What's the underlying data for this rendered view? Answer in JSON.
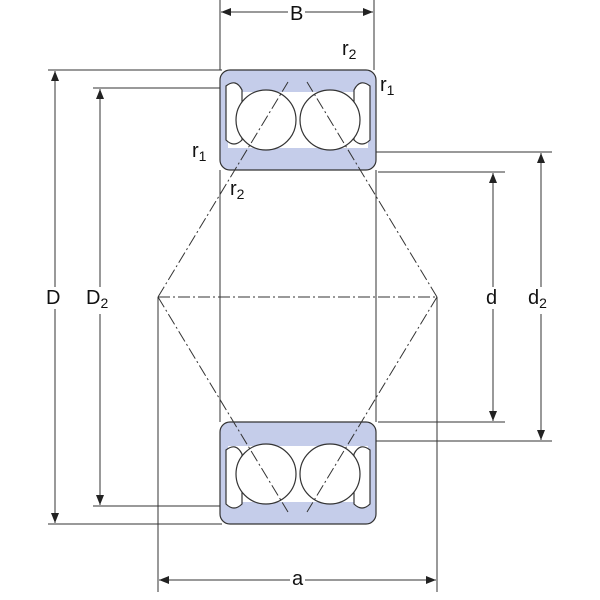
{
  "title": "Bearing dimension drawing",
  "labels": {
    "B": "B",
    "r2_top": {
      "base": "r",
      "sub": "2"
    },
    "r1_top": {
      "base": "r",
      "sub": "1"
    },
    "r1_left": {
      "base": "r",
      "sub": "1"
    },
    "r2_left": {
      "base": "r",
      "sub": "2"
    },
    "D": "D",
    "D2": {
      "base": "D",
      "sub": "2"
    },
    "d": "d",
    "d2": {
      "base": "d",
      "sub": "2"
    },
    "a": "a"
  },
  "colors": {
    "ring_fill": "#c5cdea",
    "line": "#333333"
  }
}
